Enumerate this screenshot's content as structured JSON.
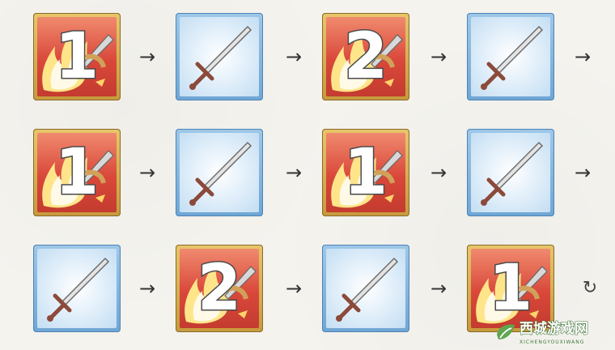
{
  "rotation": {
    "rows": [
      {
        "skills": [
          {
            "kind": "attack",
            "icon": "flame-sword-icon",
            "number": "1"
          },
          {
            "kind": "normal",
            "icon": "sword-icon",
            "number": ""
          },
          {
            "kind": "attack",
            "icon": "flame-sword-icon",
            "number": "2"
          },
          {
            "kind": "normal",
            "icon": "sword-icon",
            "number": ""
          }
        ],
        "end": "→"
      },
      {
        "skills": [
          {
            "kind": "attack",
            "icon": "flame-sword-icon",
            "number": "1"
          },
          {
            "kind": "normal",
            "icon": "sword-icon",
            "number": ""
          },
          {
            "kind": "attack",
            "icon": "flame-sword-icon",
            "number": "1"
          },
          {
            "kind": "normal",
            "icon": "sword-icon",
            "number": ""
          }
        ],
        "end": "→"
      },
      {
        "skills": [
          {
            "kind": "normal",
            "icon": "sword-icon",
            "number": ""
          },
          {
            "kind": "attack",
            "icon": "flame-sword-icon",
            "number": "2"
          },
          {
            "kind": "normal",
            "icon": "sword-icon",
            "number": ""
          },
          {
            "kind": "attack",
            "icon": "flame-sword-icon",
            "number": "1"
          }
        ],
        "end": "↻"
      }
    ],
    "arrow_glyph": "→"
  },
  "watermark": {
    "title": "西城游戏网",
    "subtitle": "XICHENGYOUXIWANG",
    "icon": "leaf-logo-icon"
  },
  "colors": {
    "attack_border": "#d9a84a",
    "attack_fill": "#d9483a",
    "normal_border": "#6fa6d4",
    "normal_fill": "#e7f2fb",
    "number_outline": "#4a4a4a",
    "watermark_green": "#3f7a37"
  }
}
